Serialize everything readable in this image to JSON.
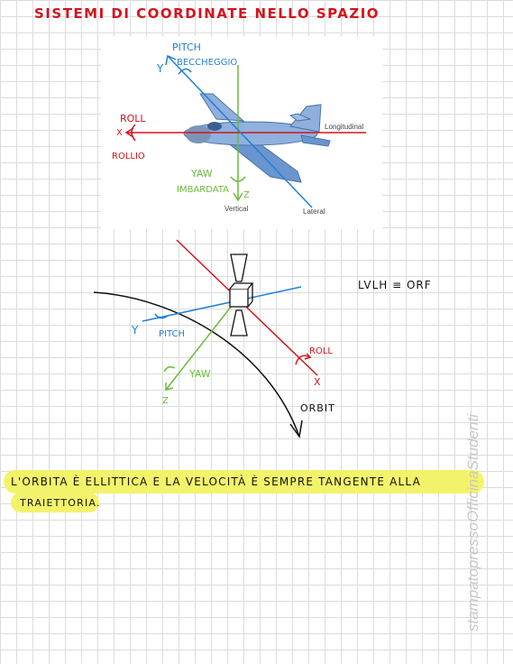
{
  "title": "SISTEMI DI COORDINATE NELLO SPAZIO",
  "plane_diagram": {
    "pitch": "PITCH",
    "pitch_it": "BECCHEGGIO",
    "y": "Y",
    "roll": "ROLL",
    "roll_it": "ROLLIO",
    "x": "X",
    "yaw": "YAW",
    "yaw_it": "IMBARDATA",
    "z": "Z",
    "longitudinal": "Longitudinal",
    "vertical": "Vertical",
    "lateral": "Lateral"
  },
  "satellite_diagram": {
    "frame": "LVLH ≡ ORF",
    "y": "Y",
    "pitch": "PITCH",
    "roll": "ROLL",
    "x": "X",
    "yaw": "YAW",
    "z": "Z",
    "orbit": "ORBIT"
  },
  "note_line1": "L'ORBITA È ELLITTICA E LA VELOCITÀ È SEMPRE TANGENTE ALLA",
  "note_line2": "TRAIETTORIA.",
  "watermark": "stampatopressoOfficinaStudenti",
  "colors": {
    "title": "#d4141c",
    "pitch_axis": "#1f7fd8",
    "roll_axis": "#d4141c",
    "yaw_axis": "#6cbb3c",
    "highlight": "#f3f36b",
    "plane_body": "#7fa6d8"
  }
}
